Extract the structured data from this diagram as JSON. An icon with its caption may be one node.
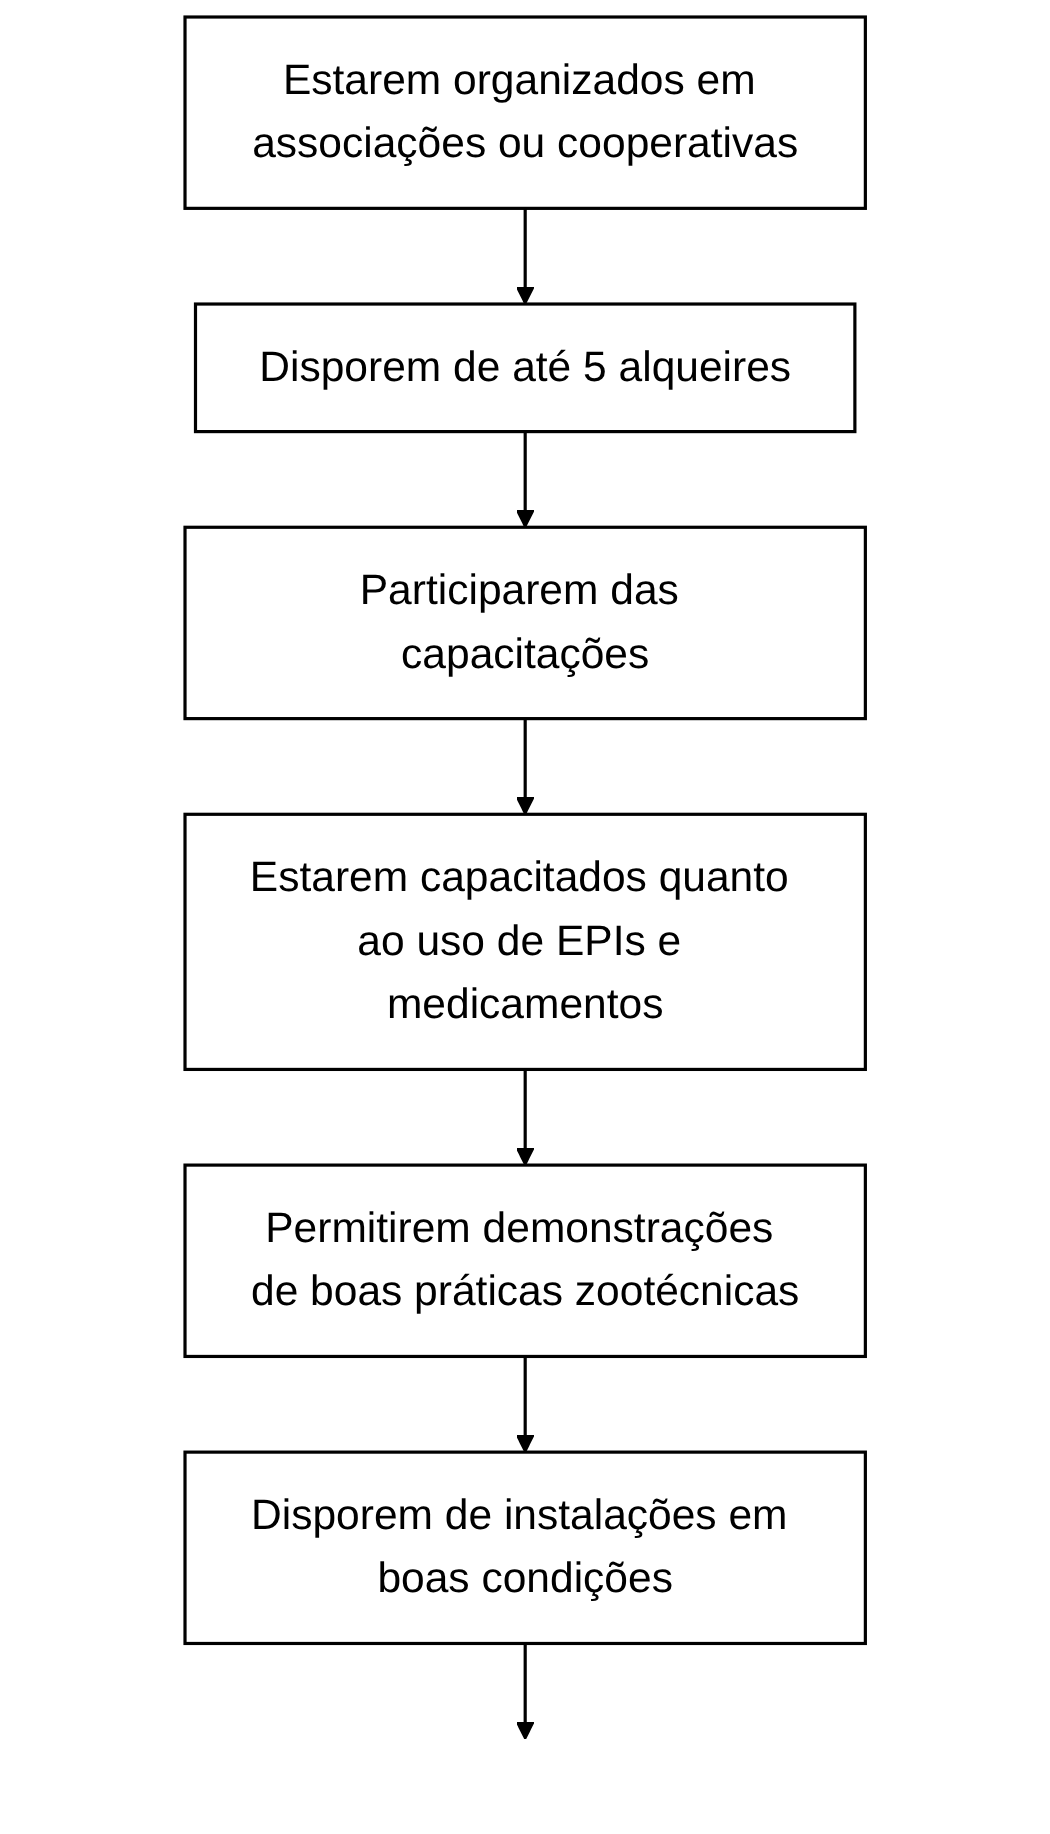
{
  "diagram": {
    "nodes": [
      {
        "text": [
          "Estarem organizados em associações ou cooperativas"
        ]
      },
      {
        "text": [
          "Disporem de até 5 alqueires"
        ]
      },
      {
        "text": [
          "Participarem das capacitações"
        ]
      },
      {
        "text": [
          "Estarem capacitados quanto ao uso de EPIs e medicamentos"
        ]
      },
      {
        "text": [
          "Permitirem demonstrações de boas práticas zootécnicas"
        ]
      },
      {
        "text": [
          "Disporem de instalações em boas condições"
        ]
      }
    ],
    "edges": [
      {
        "from": 0,
        "to": 1,
        "arrow": "to"
      },
      {
        "from": 1,
        "to": 2,
        "arrow": "to"
      },
      {
        "from": 2,
        "to": 3,
        "arrow": "to"
      },
      {
        "from": 3,
        "to": 4,
        "arrow": "to"
      },
      {
        "from": 4,
        "to": 5,
        "arrow": "to"
      },
      {
        "from": 5,
        "to": null,
        "arrow": "to"
      }
    ]
  }
}
